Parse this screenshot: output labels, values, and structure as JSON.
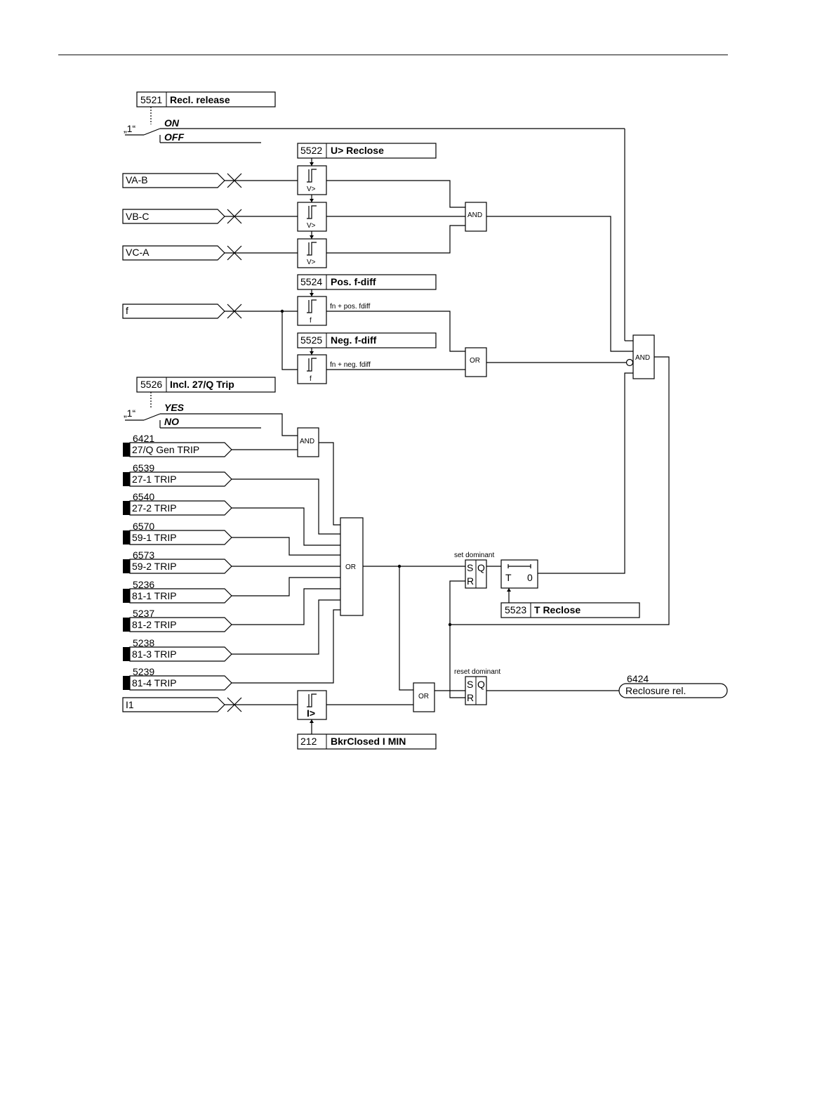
{
  "params": {
    "p5521": {
      "num": "5521",
      "label": "Recl. release"
    },
    "p5522": {
      "num": "5522",
      "label": "U> Reclose"
    },
    "p5524": {
      "num": "5524",
      "label": "Pos. f-diff"
    },
    "p5525": {
      "num": "5525",
      "label": "Neg. f-diff"
    },
    "p5526": {
      "num": "5526",
      "label": "Incl. 27/Q Trip"
    },
    "p5523": {
      "num": "5523",
      "label": "T Reclose"
    },
    "p212": {
      "num": "212",
      "label": "BkrClosed I MIN"
    }
  },
  "switches": {
    "s1": {
      "const": "„1“",
      "on": "ON",
      "off": "OFF"
    },
    "s2": {
      "const": "„1“",
      "on": "YES",
      "off": "NO"
    }
  },
  "analog_inputs": {
    "vab": "VA-B",
    "vbc": "VB-C",
    "vca": "VC-A",
    "f": "f",
    "i1": "I1"
  },
  "binary_inputs": [
    {
      "num": "6421",
      "label": "27/Q Gen TRIP"
    },
    {
      "num": "6539",
      "label": "27-1 TRIP"
    },
    {
      "num": "6540",
      "label": "27-2 TRIP"
    },
    {
      "num": "6570",
      "label": "59-1 TRIP"
    },
    {
      "num": "6573",
      "label": "59-2 TRIP"
    },
    {
      "num": "5236",
      "label": "81-1 TRIP"
    },
    {
      "num": "5237",
      "label": "81-2 TRIP"
    },
    {
      "num": "5238",
      "label": "81-3 TRIP"
    },
    {
      "num": "5239",
      "label": "81-4 TRIP"
    }
  ],
  "thresholds": {
    "v": "V>",
    "f": "f",
    "i": "I>",
    "fpos": "fn + pos. fdiff",
    "fneg": "fn + neg. fdiff"
  },
  "gates": {
    "and_label": "AND",
    "or_label": "OR"
  },
  "flipflops": {
    "set_dominant": "set dominant",
    "reset_dominant": "reset dominant",
    "s": "S",
    "r": "R",
    "q": "Q"
  },
  "timer": {
    "t": "T",
    "zero": "0"
  },
  "output": {
    "num": "6424",
    "label": "Reclosure rel."
  }
}
